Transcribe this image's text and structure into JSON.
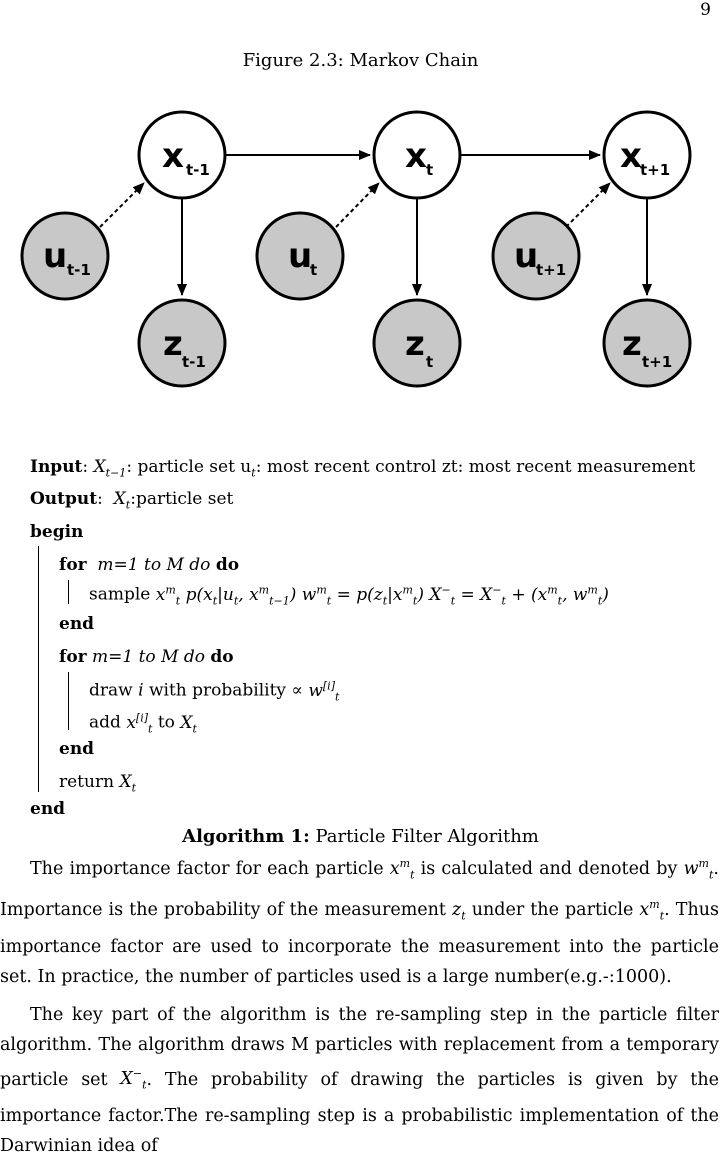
{
  "page_number": "9",
  "figure_caption": "Figure 2.3: Markov Chain",
  "diagram": {
    "nodes": {
      "x_prev": {
        "main": "x",
        "sub": "t-1"
      },
      "x_t": {
        "main": "x",
        "sub": "t"
      },
      "x_next": {
        "main": "x",
        "sub": "t+1"
      },
      "u_prev": {
        "main": "u",
        "sub": "t-1"
      },
      "u_t": {
        "main": "u",
        "sub": "t"
      },
      "u_next": {
        "main": "u",
        "sub": "t+1"
      },
      "z_prev": {
        "main": "z",
        "sub": "t-1"
      },
      "z_t": {
        "main": "z",
        "sub": "t"
      },
      "z_next": {
        "main": "z",
        "sub": "t+1"
      }
    },
    "colors": {
      "hidden_fill": "#ffffff",
      "observed_fill": "#c8c8c8",
      "stroke": "#000000"
    }
  },
  "algorithm": {
    "input_label": "Input",
    "input_text": "particle set u",
    "input_mid": "most recent control zt",
    "input_end": "most recent measurement",
    "output_label": "Output",
    "output_text": "particle set",
    "begin": "begin",
    "end": "end",
    "for_kw": "for",
    "do_kw": "do",
    "loop_range": "m=1 to M do",
    "sample_word": "sample",
    "draw_text": "draw",
    "draw_mid": "with probability",
    "add_text": "add",
    "to_text": "to",
    "return_text": "return",
    "caption_label": "Algorithm 1:",
    "caption_text": "Particle Filter Algorithm"
  },
  "paragraphs": {
    "p1_a": "The importance factor for each particle",
    "p1_b": "is calculated and denoted by",
    "p1_c": "Importance is the probability of the measurement",
    "p1_d": "under the particle",
    "p1_e": "Thus importance factor are used to incorporate the measurement into the particle set. In practice, the number of particles used is a large number(e.g.-:1000).",
    "p2_a": "The key part of the algorithm is the re-sampling step in the particle filter algorithm. The algorithm draws M particles with replacement from a temporary particle set",
    "p2_b": "The probability of drawing the particles is given by the importance factor.The re-sampling step is a probabilistic implementation of the Darwinian idea of"
  }
}
